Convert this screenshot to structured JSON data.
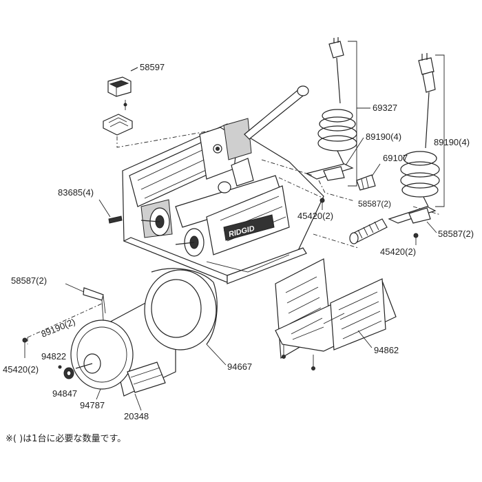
{
  "labels": {
    "p58597": "58597",
    "p69327": "69327",
    "p89190_r1": "89190(4)",
    "p69107": "69107",
    "p89190_r2": "89190(4)",
    "p83685": "83685(4)",
    "p58587_c": "58587(2)",
    "p45420_c": "45420(2)",
    "p58587_r": "58587(2)",
    "p45420_r": "45420(2)",
    "p58587_l": "58587(2)",
    "p89190_l": "89190(2)",
    "p94822": "94822",
    "p45420_l": "45420(2)",
    "p94847": "94847",
    "p94787": "94787",
    "p20348": "20348",
    "p94667": "94667",
    "p94862": "94862"
  },
  "brand": "RIDGID",
  "footnote": "※(    )は1台に必要な数量です。"
}
